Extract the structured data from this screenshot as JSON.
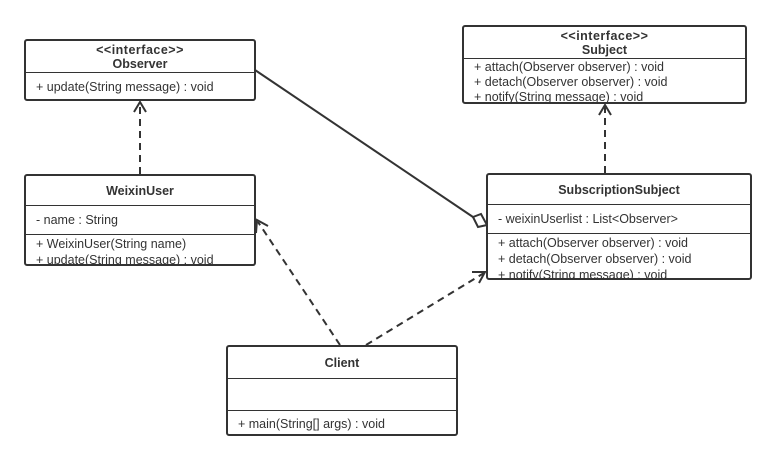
{
  "classes": {
    "observer": {
      "stereotype": "<<interface>>",
      "name": "Observer",
      "attributes": [],
      "methods": [
        "+ update(String message) : void"
      ]
    },
    "subject": {
      "stereotype": "<<interface>>",
      "name": "Subject",
      "attributes": [],
      "methods": [
        "+ attach(Observer observer) : void",
        "+ detach(Observer observer) : void",
        "+ notify(String message) : void"
      ]
    },
    "weixinuser": {
      "name": "WeixinUser",
      "attributes": [
        "- name : String"
      ],
      "methods": [
        "+ WeixinUser(String name)",
        "+ update(String message) : void"
      ]
    },
    "subscription": {
      "name": "SubscriptionSubject",
      "attributes": [
        "- weixinUserlist : List<Observer>"
      ],
      "methods": [
        "+ attach(Observer observer) : void",
        "+ detach(Observer observer) : void",
        "+ notify(String message) : void"
      ]
    },
    "client": {
      "name": "Client",
      "attributes": [],
      "methods": [
        "+ main(String[] args) : void"
      ]
    }
  },
  "relations": [
    {
      "type": "realization",
      "from": "WeixinUser",
      "to": "Observer"
    },
    {
      "type": "realization",
      "from": "SubscriptionSubject",
      "to": "Subject"
    },
    {
      "type": "aggregation",
      "from": "Observer",
      "to": "SubscriptionSubject"
    },
    {
      "type": "dependency",
      "from": "Client",
      "to": "WeixinUser"
    },
    {
      "type": "dependency",
      "from": "Client",
      "to": "SubscriptionSubject"
    }
  ],
  "colors": {
    "line": "#333333",
    "background": "#ffffff"
  }
}
